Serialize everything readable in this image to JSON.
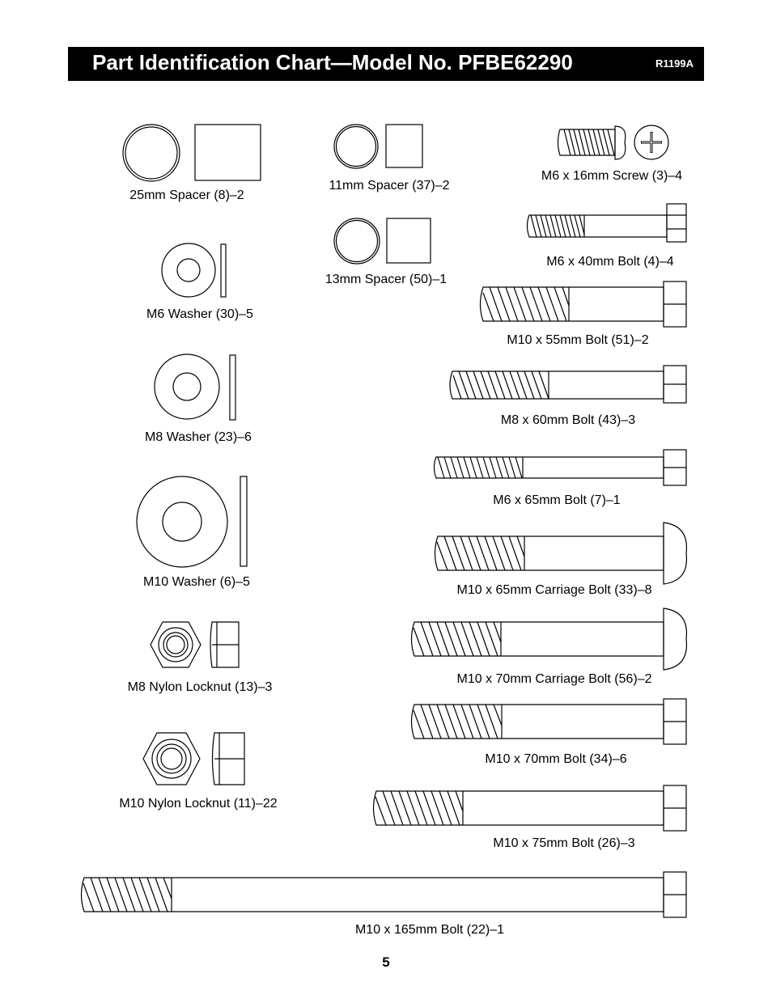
{
  "header": {
    "title": "Part Identification Chart—Model No. PFBE62290",
    "code": "R1199A"
  },
  "parts": [
    {
      "key": "spacer-25mm",
      "label": "25mm Spacer (8)–2"
    },
    {
      "key": "spacer-11mm",
      "label": "11mm Spacer (37)–2"
    },
    {
      "key": "screw-m6x16",
      "label": "M6 x 16mm Screw (3)–4"
    },
    {
      "key": "spacer-13mm",
      "label": "13mm Spacer (50)–1"
    },
    {
      "key": "bolt-m6x40",
      "label": "M6 x 40mm Bolt (4)–4"
    },
    {
      "key": "washer-m6",
      "label": "M6 Washer (30)–5"
    },
    {
      "key": "bolt-m10x55",
      "label": "M10 x 55mm Bolt (51)–2"
    },
    {
      "key": "washer-m8",
      "label": "M8 Washer (23)–6"
    },
    {
      "key": "bolt-m8x60",
      "label": "M8 x 60mm Bolt (43)–3"
    },
    {
      "key": "bolt-m6x65",
      "label": "M6 x 65mm Bolt (7)–1"
    },
    {
      "key": "washer-m10",
      "label": "M10 Washer (6)–5"
    },
    {
      "key": "carriage-bolt-m10x65",
      "label": "M10 x 65mm Carriage Bolt (33)–8"
    },
    {
      "key": "locknut-m8",
      "label": "M8 Nylon Locknut (13)–3"
    },
    {
      "key": "carriage-bolt-m10x70",
      "label": "M10 x 70mm Carriage Bolt (56)–2"
    },
    {
      "key": "bolt-m10x70",
      "label": "M10 x 70mm Bolt (34)–6"
    },
    {
      "key": "locknut-m10",
      "label": "M10 Nylon Locknut (11)–22"
    },
    {
      "key": "bolt-m10x75",
      "label": "M10 x 75mm Bolt (26)–3"
    },
    {
      "key": "bolt-m10x165",
      "label": "M10 x 165mm Bolt (22)–1"
    }
  ],
  "page_number": "5"
}
